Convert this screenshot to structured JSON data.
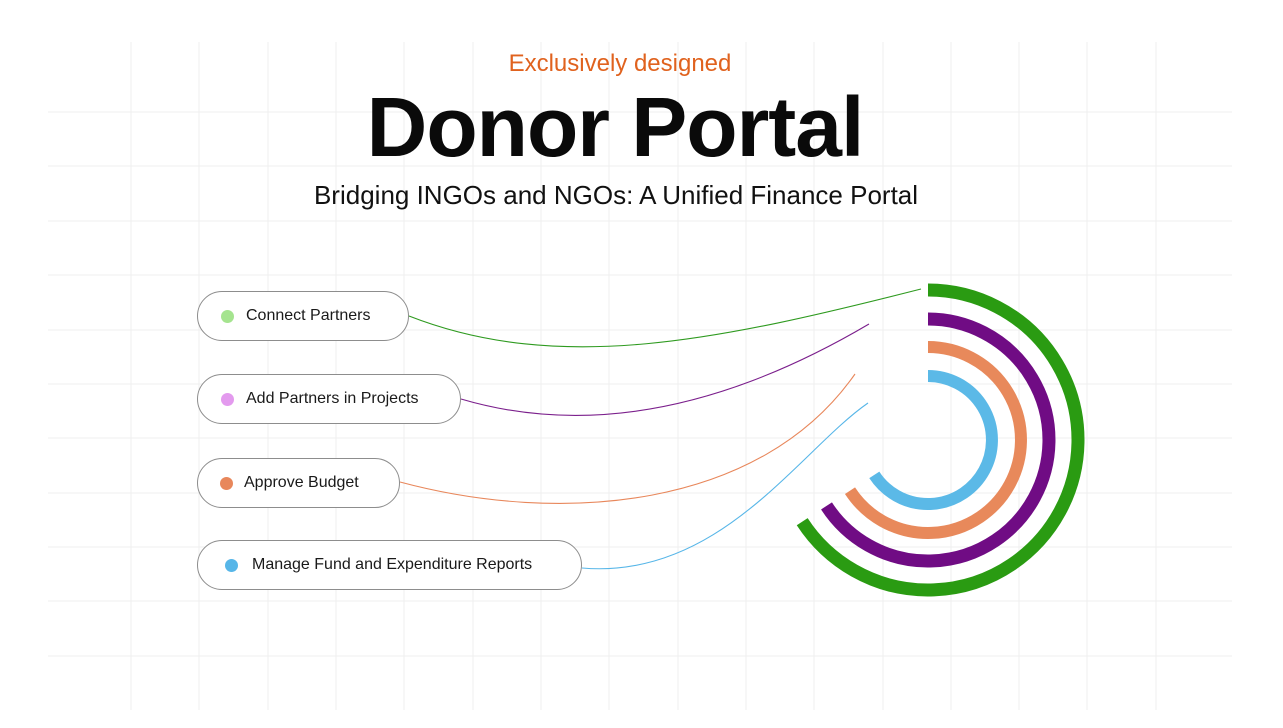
{
  "header": {
    "eyebrow": "Exclusively designed",
    "title": "Donor Portal",
    "subtitle": "Bridging INGOs and NGOs: A Unified Finance Portal"
  },
  "features": [
    {
      "label": "Connect Partners",
      "color": "#A5E48F",
      "line_color": "#2E9A1F"
    },
    {
      "label": "Add Partners in Projects",
      "color": "#E39AEE",
      "line_color": "#7B1F8C"
    },
    {
      "label": "Approve Budget",
      "color": "#E8875B",
      "line_color": "#E8875B"
    },
    {
      "label": "Manage Fund and Expenditure Reports",
      "color": "#57B6E8",
      "line_color": "#57B6E8"
    }
  ],
  "arcs": [
    {
      "name": "green-arc",
      "color": "#2A9B12"
    },
    {
      "name": "purple-arc",
      "color": "#700C84"
    },
    {
      "name": "orange-arc",
      "color": "#E8895B"
    },
    {
      "name": "blue-arc",
      "color": "#5BB9E7"
    }
  ]
}
